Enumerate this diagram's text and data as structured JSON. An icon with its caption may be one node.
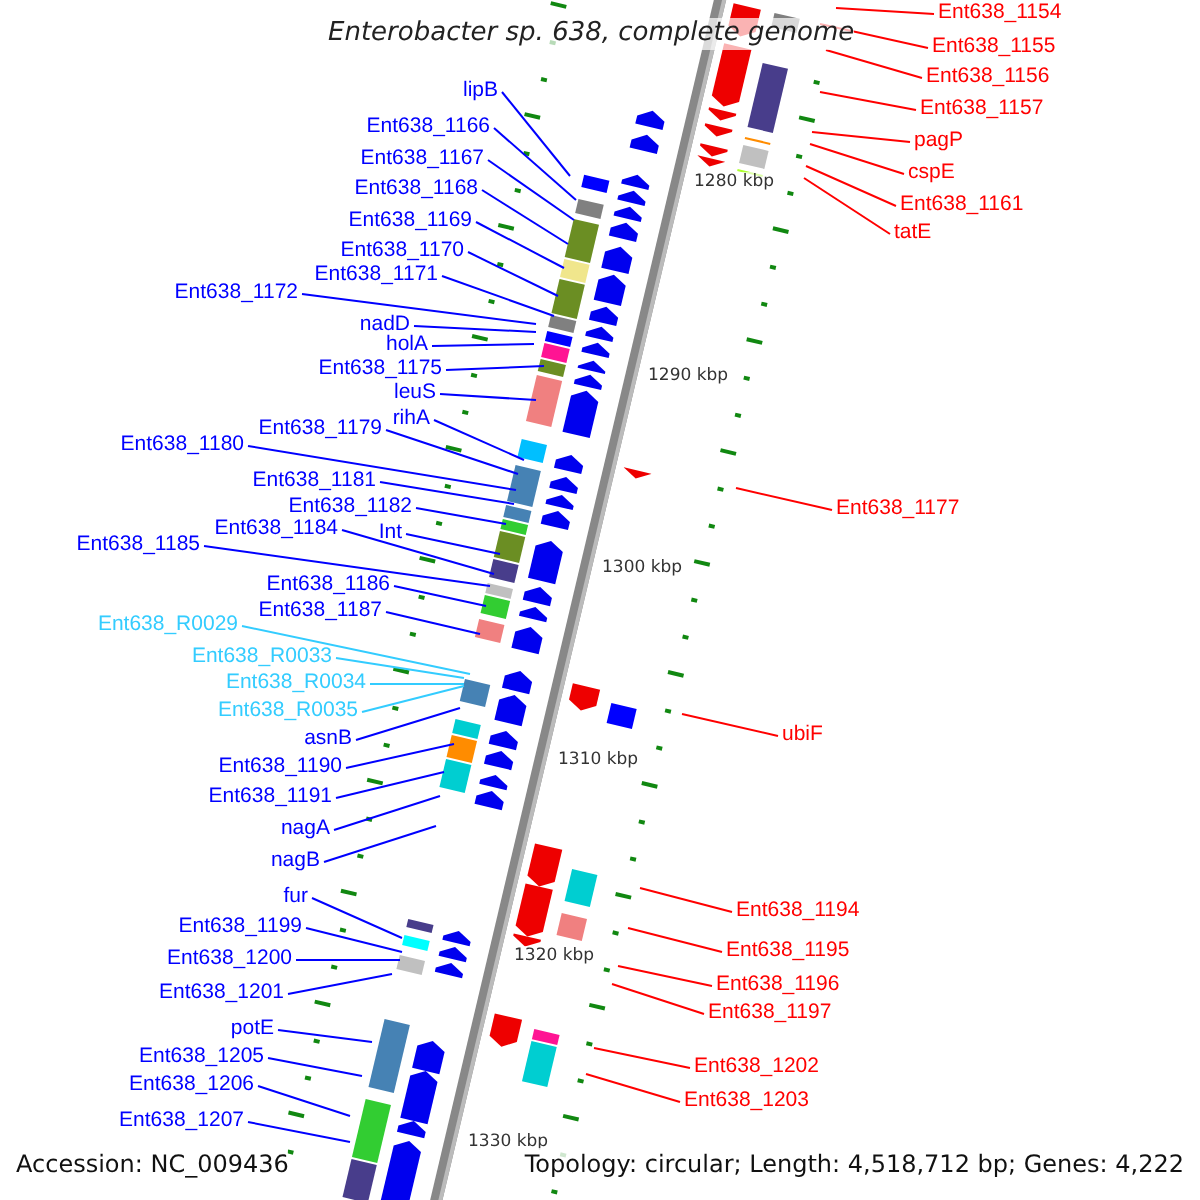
{
  "diagram": {
    "title": "Enterobacter sp. 638, complete genome",
    "nodes": [
      {
        "text": [
          "lipB"
        ]
      },
      {
        "text": [
          "Ent638_1166"
        ]
      },
      {
        "text": [
          "Ent638_1167"
        ]
      },
      {
        "text": [
          "Ent638_1168"
        ]
      },
      {
        "text": [
          "Ent638_1169"
        ]
      },
      {
        "text": [
          "Ent638_1170"
        ]
      },
      {
        "text": [
          "Ent638_1172"
        ]
      },
      {
        "text": [
          "Ent638_1171"
        ]
      },
      {
        "text": [
          "nadD"
        ]
      },
      {
        "text": [
          "holA"
        ]
      },
      {
        "text": [
          "Ent638_1175"
        ]
      },
      {
        "text": [
          "leuS"
        ]
      },
      {
        "text": [
          "rihA"
        ]
      },
      {
        "text": [
          "Ent638_1180"
        ]
      },
      {
        "text": [
          "Ent638_1179"
        ]
      },
      {
        "text": [
          "Ent638_1181"
        ]
      },
      {
        "text": [
          "Ent638_1182"
        ]
      },
      {
        "text": [
          "Int"
        ]
      },
      {
        "text": [
          "Ent638_1185"
        ]
      },
      {
        "text": [
          "Ent638_1184"
        ]
      },
      {
        "text": [
          "Ent638_1186"
        ]
      },
      {
        "text": [
          "Ent638_1187"
        ]
      },
      {
        "text": [
          "Ent638_R0029"
        ]
      },
      {
        "text": [
          "Ent638_R0033"
        ]
      },
      {
        "text": [
          "Ent638_R0034"
        ]
      },
      {
        "text": [
          "Ent638_R0035"
        ]
      },
      {
        "text": [
          "asnB"
        ]
      },
      {
        "text": [
          "Ent638_1190"
        ]
      },
      {
        "text": [
          "Ent638_1191"
        ]
      },
      {
        "text": [
          "nagA"
        ]
      },
      {
        "text": [
          "nagB"
        ]
      },
      {
        "text": [
          "fur"
        ]
      },
      {
        "text": [
          "Ent638_1199"
        ]
      },
      {
        "text": [
          "Ent638_1200"
        ]
      },
      {
        "text": [
          "Ent638_1201"
        ]
      },
      {
        "text": [
          "potE"
        ]
      },
      {
        "text": [
          "Ent638_1205"
        ]
      },
      {
        "text": [
          "Ent638_1206"
        ]
      },
      {
        "text": [
          "Ent638_1207"
        ]
      },
      {
        "text": [
          "Ent638_1154"
        ]
      },
      {
        "text": [
          "Ent638_1155"
        ]
      },
      {
        "text": [
          "Ent638_1156"
        ]
      },
      {
        "text": [
          "Ent638_1157"
        ]
      },
      {
        "text": [
          "pagP"
        ]
      },
      {
        "text": [
          "cspE"
        ]
      },
      {
        "text": [
          "Ent638_1161"
        ]
      },
      {
        "text": [
          "tatE"
        ]
      },
      {
        "text": [
          "Ent638_1177"
        ]
      },
      {
        "text": [
          "ubiF"
        ]
      },
      {
        "text": [
          "Ent638_1194"
        ]
      },
      {
        "text": [
          "Ent638_1195"
        ]
      },
      {
        "text": [
          "Ent638_1196"
        ]
      },
      {
        "text": [
          "Ent638_1197"
        ]
      },
      {
        "text": [
          "Ent638_1202"
        ]
      },
      {
        "text": [
          "Ent638_1203"
        ]
      }
    ],
    "edges": [
      {
        "from": 0,
        "to": null,
        "arrow": "none"
      },
      {
        "from": 1,
        "to": null,
        "arrow": "none"
      },
      {
        "from": 2,
        "to": null,
        "arrow": "none"
      },
      {
        "from": 3,
        "to": null,
        "arrow": "none"
      },
      {
        "from": 4,
        "to": null,
        "arrow": "none"
      },
      {
        "from": 5,
        "to": null,
        "arrow": "none"
      },
      {
        "from": 6,
        "to": null,
        "arrow": "none"
      },
      {
        "from": 7,
        "to": null,
        "arrow": "none"
      },
      {
        "from": 8,
        "to": null,
        "arrow": "none"
      },
      {
        "from": 9,
        "to": null,
        "arrow": "none"
      },
      {
        "from": 10,
        "to": null,
        "arrow": "none"
      },
      {
        "from": 11,
        "to": null,
        "arrow": "none"
      },
      {
        "from": 12,
        "to": null,
        "arrow": "none"
      },
      {
        "from": 13,
        "to": null,
        "arrow": "none"
      },
      {
        "from": 14,
        "to": null,
        "arrow": "none"
      },
      {
        "from": 15,
        "to": null,
        "arrow": "none"
      },
      {
        "from": 16,
        "to": null,
        "arrow": "none"
      },
      {
        "from": 17,
        "to": null,
        "arrow": "none"
      },
      {
        "from": 18,
        "to": null,
        "arrow": "none"
      },
      {
        "from": 19,
        "to": null,
        "arrow": "none"
      },
      {
        "from": 20,
        "to": null,
        "arrow": "none"
      },
      {
        "from": 21,
        "to": null,
        "arrow": "none"
      },
      {
        "from": 22,
        "to": null,
        "arrow": "none",
        "color": "#33ccff"
      },
      {
        "from": 23,
        "to": null,
        "arrow": "none",
        "color": "#33ccff"
      },
      {
        "from": 24,
        "to": null,
        "arrow": "none",
        "color": "#33ccff"
      },
      {
        "from": 25,
        "to": null,
        "arrow": "none",
        "color": "#33ccff"
      },
      {
        "from": 26,
        "to": null,
        "arrow": "none"
      },
      {
        "from": 27,
        "to": null,
        "arrow": "none"
      },
      {
        "from": 28,
        "to": null,
        "arrow": "none"
      },
      {
        "from": 29,
        "to": null,
        "arrow": "none"
      },
      {
        "from": 30,
        "to": null,
        "arrow": "none"
      },
      {
        "from": 31,
        "to": null,
        "arrow": "none"
      },
      {
        "from": 32,
        "to": null,
        "arrow": "none"
      },
      {
        "from": 33,
        "to": null,
        "arrow": "none"
      },
      {
        "from": 34,
        "to": null,
        "arrow": "none"
      },
      {
        "from": 35,
        "to": null,
        "arrow": "none"
      },
      {
        "from": 36,
        "to": null,
        "arrow": "none"
      },
      {
        "from": 37,
        "to": null,
        "arrow": "none"
      },
      {
        "from": 38,
        "to": null,
        "arrow": "none"
      },
      {
        "from": 39,
        "to": null,
        "arrow": "none",
        "color": "#ff0000"
      },
      {
        "from": 40,
        "to": null,
        "arrow": "none",
        "color": "#ff0000"
      },
      {
        "from": 41,
        "to": null,
        "arrow": "none",
        "color": "#ff0000"
      },
      {
        "from": 42,
        "to": null,
        "arrow": "none",
        "color": "#ff0000"
      },
      {
        "from": 43,
        "to": null,
        "arrow": "none",
        "color": "#ff0000"
      },
      {
        "from": 44,
        "to": null,
        "arrow": "none",
        "color": "#ff0000"
      },
      {
        "from": 45,
        "to": null,
        "arrow": "none",
        "color": "#ff0000"
      },
      {
        "from": 46,
        "to": null,
        "arrow": "none",
        "color": "#ff0000"
      },
      {
        "from": 47,
        "to": null,
        "arrow": "none",
        "color": "#ff0000"
      },
      {
        "from": 48,
        "to": null,
        "arrow": "none",
        "color": "#ff0000"
      },
      {
        "from": 49,
        "to": null,
        "arrow": "none",
        "color": "#ff0000"
      },
      {
        "from": 50,
        "to": null,
        "arrow": "none",
        "color": "#ff0000"
      },
      {
        "from": 51,
        "to": null,
        "arrow": "none",
        "color": "#ff0000"
      },
      {
        "from": 52,
        "to": null,
        "arrow": "none",
        "color": "#ff0000"
      },
      {
        "from": 53,
        "to": null,
        "arrow": "none",
        "color": "#ff0000"
      },
      {
        "from": 54,
        "to": null,
        "arrow": "none",
        "color": "#ff0000"
      }
    ],
    "labels": [
      "1280 kbp",
      "1290 kbp",
      "1300 kbp",
      "1310 kbp",
      "1320 kbp",
      "1330 kbp",
      "Accession: NC_009436",
      "Topology: circular; Length: 4,518,712 bp; Genes: 4,222"
    ]
  }
}
